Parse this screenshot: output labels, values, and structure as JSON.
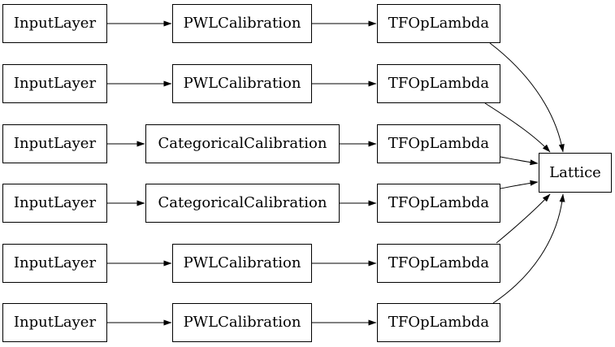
{
  "diagram": {
    "type": "keras-model-graph",
    "lattice_label": "Lattice",
    "rows": [
      {
        "input": "InputLayer",
        "calibration": "PWLCalibration",
        "lambda": "TFOpLambda"
      },
      {
        "input": "InputLayer",
        "calibration": "PWLCalibration",
        "lambda": "TFOpLambda"
      },
      {
        "input": "InputLayer",
        "calibration": "CategoricalCalibration",
        "lambda": "TFOpLambda"
      },
      {
        "input": "InputLayer",
        "calibration": "CategoricalCalibration",
        "lambda": "TFOpLambda"
      },
      {
        "input": "InputLayer",
        "calibration": "PWLCalibration",
        "lambda": "TFOpLambda"
      },
      {
        "input": "InputLayer",
        "calibration": "PWLCalibration",
        "lambda": "TFOpLambda"
      }
    ],
    "flow": [
      "input",
      "calibration",
      "lambda",
      "lattice"
    ],
    "colors": {
      "background": "#ffffff",
      "node_fill": "#ffffff",
      "stroke": "#000000",
      "text": "#000000"
    }
  }
}
